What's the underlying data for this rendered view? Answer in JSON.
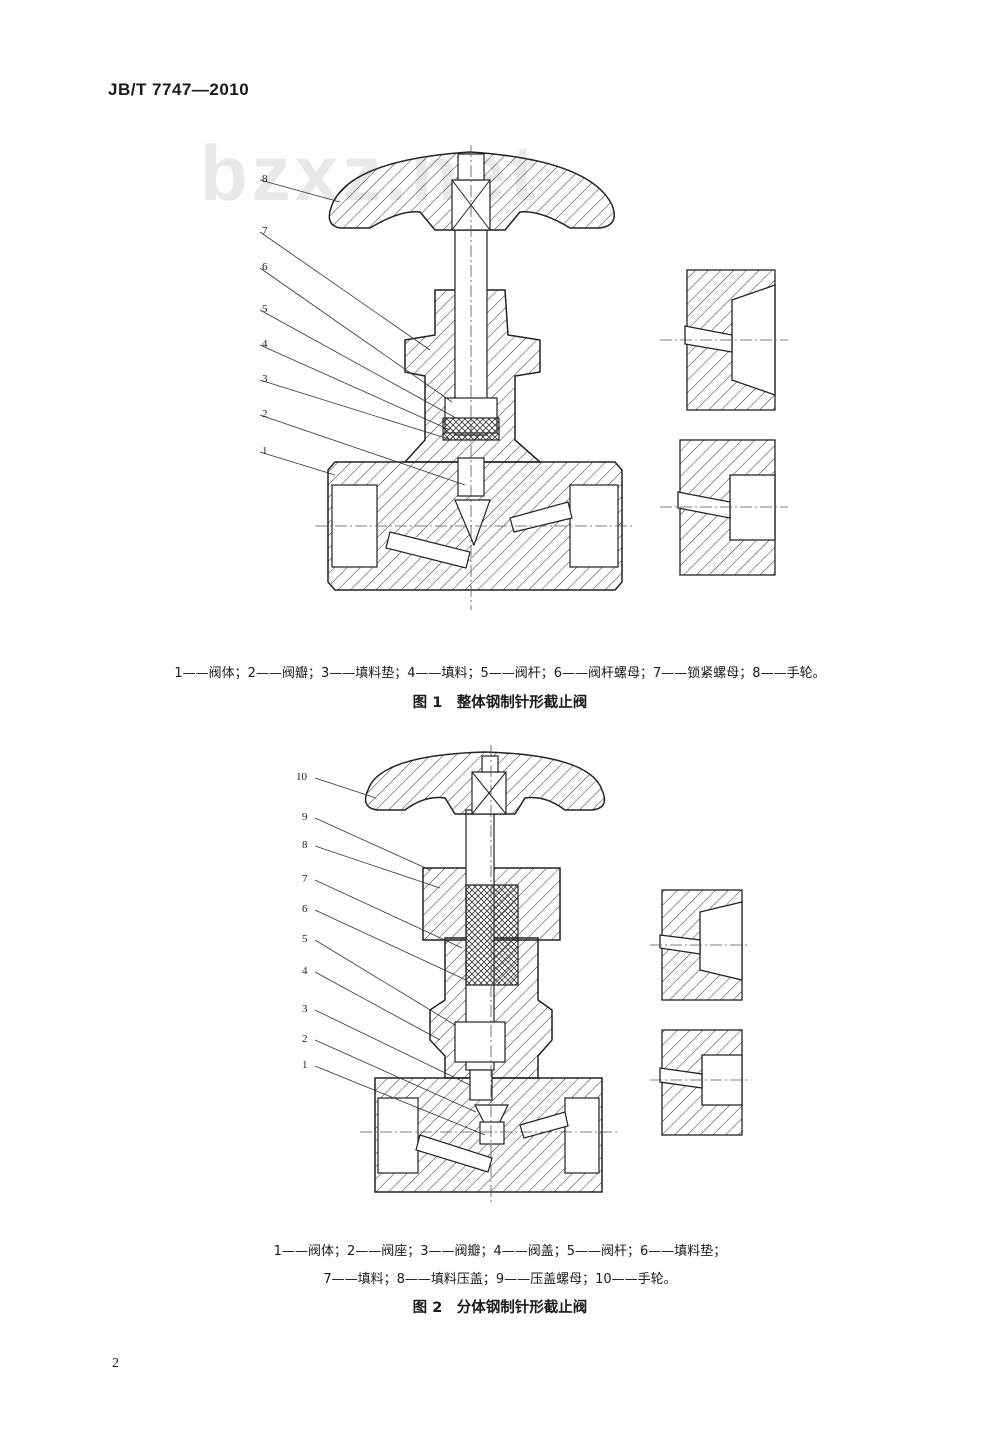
{
  "header": {
    "standard_code": "JB/T 7747—2010"
  },
  "watermark": {
    "text": "bzxz.net"
  },
  "figure1": {
    "callouts": [
      "8",
      "7",
      "6",
      "5",
      "4",
      "3",
      "2",
      "1"
    ],
    "legend": "1——阀体；2——阀瓣；3——填料垫；4——填料；5——阀杆；6——阀杆螺母；7——锁紧螺母；8——手轮。",
    "caption": "图 1　整体钢制针形截止阀"
  },
  "figure2": {
    "callouts": [
      "10",
      "9",
      "8",
      "7",
      "6",
      "5",
      "4",
      "3",
      "2",
      "1"
    ],
    "legend_line1": "1——阀体；2——阀座；3——阀瓣；4——阀盖；5——阀杆；6——填料垫；",
    "legend_line2": "7——填料；8——填料压盖；9——压盖螺母；10——手轮。",
    "caption": "图 2　分体钢制针形截止阀"
  },
  "page": {
    "number": "2"
  }
}
